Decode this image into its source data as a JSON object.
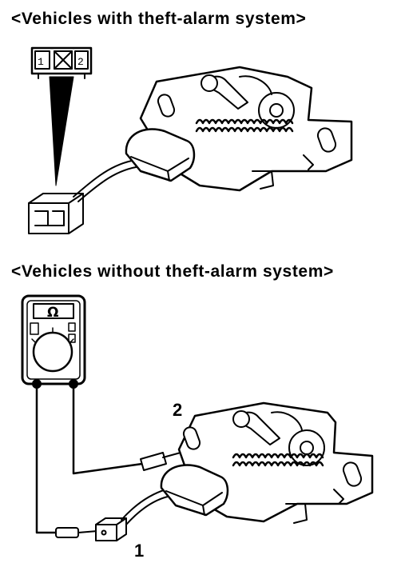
{
  "headings": {
    "with_alarm": "<Vehicles with theft-alarm system>",
    "without_alarm": "<Vehicles without theft-alarm system>"
  },
  "connector_face": {
    "pin_1": "1",
    "pin_2": "2"
  },
  "meter": {
    "unit_symbol": "Ω"
  },
  "callouts": {
    "lead_2": "2",
    "lead_1": "1"
  },
  "icons": {
    "connector": "connector-icon",
    "latch": "hood-latch-switch-icon",
    "meter": "ohmmeter-icon"
  }
}
